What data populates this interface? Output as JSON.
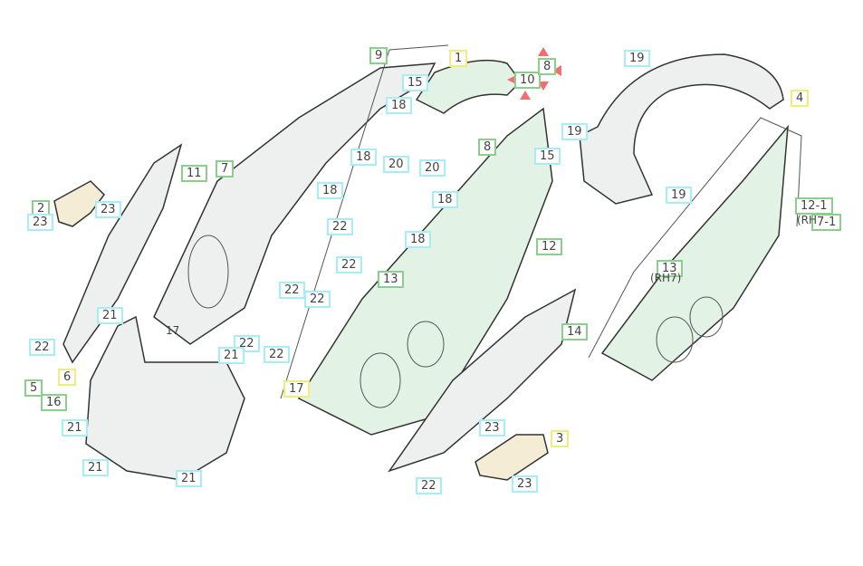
{
  "labels": [
    {
      "t": "1",
      "k": "y"
    },
    {
      "t": "4",
      "k": "y"
    },
    {
      "t": "3",
      "k": "y"
    },
    {
      "t": "6",
      "k": "y"
    },
    {
      "t": "17",
      "k": "y"
    },
    {
      "t": "9",
      "k": "g"
    },
    {
      "t": "7",
      "k": "g"
    },
    {
      "t": "11",
      "k": "g"
    },
    {
      "t": "2",
      "k": "g"
    },
    {
      "t": "8",
      "k": "g"
    },
    {
      "t": "12",
      "k": "g"
    },
    {
      "t": "13",
      "k": "g"
    },
    {
      "t": "14",
      "k": "g"
    },
    {
      "t": "5",
      "k": "g"
    },
    {
      "t": "16",
      "k": "g"
    },
    {
      "t": "10",
      "k": "g"
    },
    {
      "t": "8",
      "k": "g"
    },
    {
      "t": "12-1",
      "k": "g"
    },
    {
      "t": "7-1",
      "k": "g"
    },
    {
      "t": "13",
      "k": "g"
    },
    {
      "t": "15",
      "k": "c"
    },
    {
      "t": "18",
      "k": "c"
    },
    {
      "t": "19",
      "k": "c"
    },
    {
      "t": "19",
      "k": "c"
    },
    {
      "t": "19",
      "k": "c"
    },
    {
      "t": "20",
      "k": "c"
    },
    {
      "t": "20",
      "k": "c"
    },
    {
      "t": "18",
      "k": "c"
    },
    {
      "t": "18",
      "k": "c"
    },
    {
      "t": "15",
      "k": "c"
    },
    {
      "t": "18",
      "k": "c"
    },
    {
      "t": "18",
      "k": "c"
    },
    {
      "t": "22",
      "k": "c"
    },
    {
      "t": "22",
      "k": "c"
    },
    {
      "t": "22",
      "k": "c"
    },
    {
      "t": "22",
      "k": "c"
    },
    {
      "t": "22",
      "k": "c"
    },
    {
      "t": "22",
      "k": "c"
    },
    {
      "t": "22",
      "k": "c"
    },
    {
      "t": "21",
      "k": "c"
    },
    {
      "t": "21",
      "k": "c"
    },
    {
      "t": "21",
      "k": "c"
    },
    {
      "t": "21",
      "k": "c"
    },
    {
      "t": "21",
      "k": "c"
    },
    {
      "t": "23",
      "k": "c"
    },
    {
      "t": "23",
      "k": "c"
    },
    {
      "t": "23",
      "k": "c"
    },
    {
      "t": "23",
      "k": "c"
    },
    {
      "t": "22",
      "k": "c"
    }
  ],
  "plain": [
    "17",
    "(RH",
    "(RH7)"
  ],
  "colors": {
    "part_fill": "#eef0f0",
    "tint": "#e2f3e6",
    "outline": "#333333"
  }
}
